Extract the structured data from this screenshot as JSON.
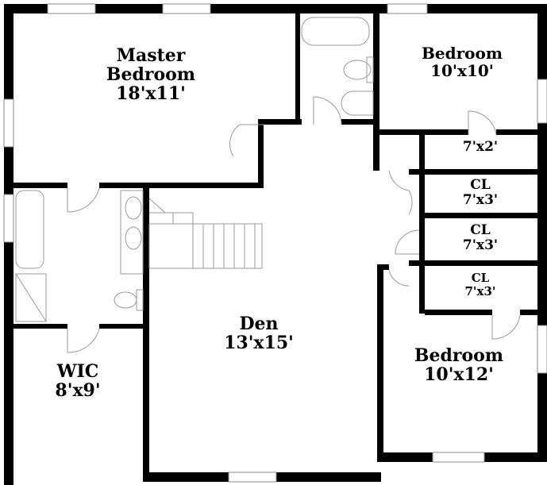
{
  "rooms": [
    {
      "name": "Master",
      "name2": "Bedroom",
      "size": "18'x11'"
    },
    {
      "name": "Bedroom",
      "size": "10'x10'"
    },
    {
      "name": "",
      "size": "7'x2'"
    },
    {
      "name": "CL",
      "size": "7'x3'"
    },
    {
      "name": "CL",
      "size": "7'x3'"
    },
    {
      "name": "CL",
      "size": "7'x3'"
    },
    {
      "name": "Bedroom",
      "size": "10'x12'"
    },
    {
      "name": "Den",
      "size": "13'x15'"
    },
    {
      "name": "WIC",
      "size": "8'x9'"
    }
  ],
  "colors": {
    "wall": "#000000",
    "fixture": "#999999"
  }
}
